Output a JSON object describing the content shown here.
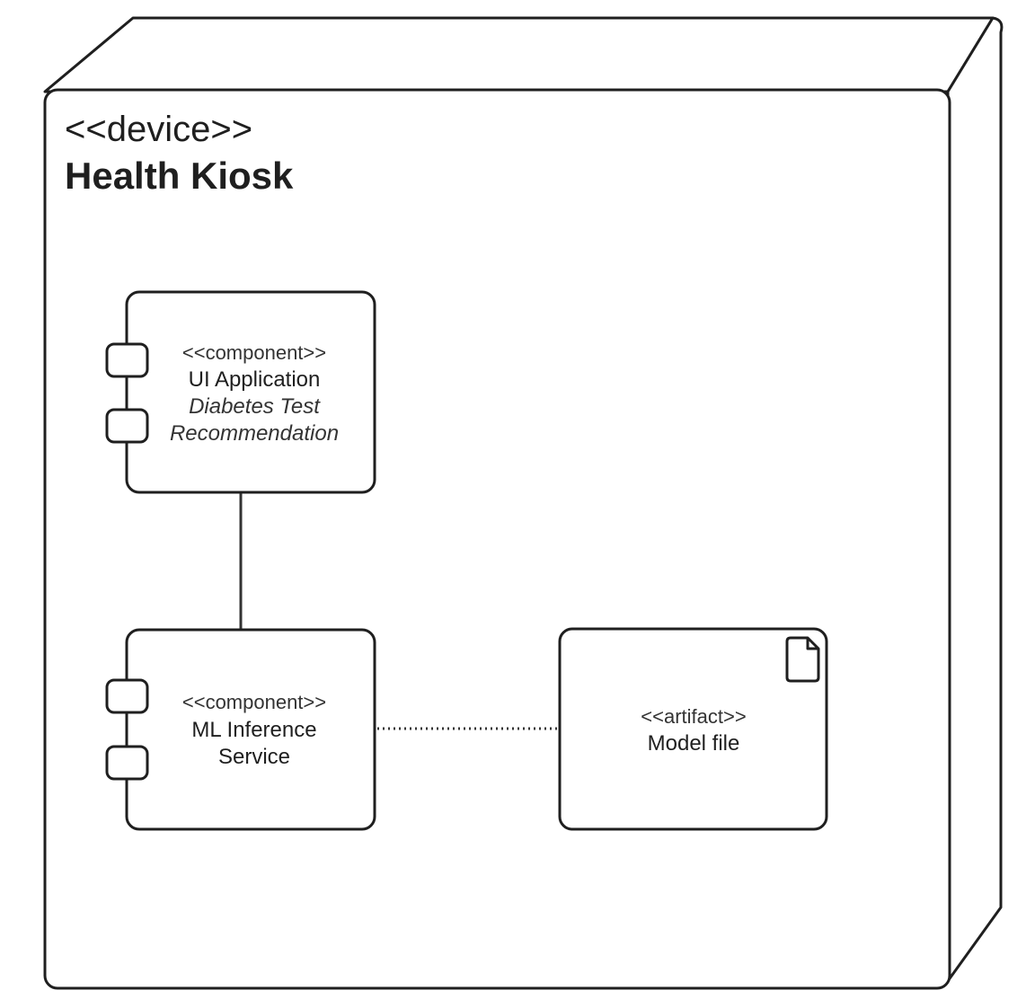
{
  "node": {
    "stereotype": "<<device>>",
    "name": "Health Kiosk"
  },
  "components": {
    "ui_app": {
      "stereotype": "<<component>>",
      "name": "UI Application",
      "detail_line1": "Diabetes Test",
      "detail_line2": "Recommendation"
    },
    "ml_service": {
      "stereotype": "<<component>>",
      "name_line1": "ML Inference",
      "name_line2": "Service"
    }
  },
  "artifact": {
    "stereotype": "<<artifact>>",
    "name": "Model file"
  },
  "colors": {
    "stroke": "#1f1f1f",
    "background": "#ffffff"
  },
  "icons": [
    "document-icon",
    "component-port-icon"
  ]
}
